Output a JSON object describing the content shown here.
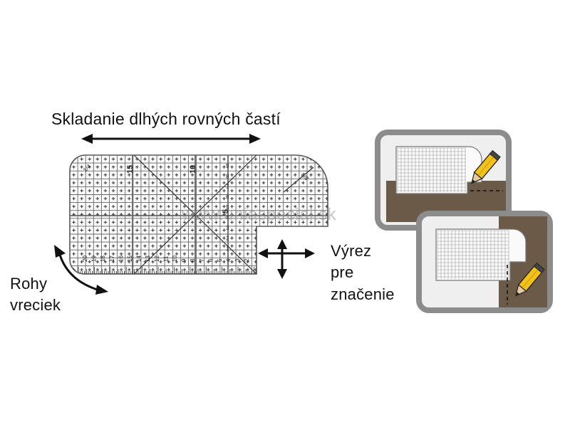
{
  "labels": {
    "top": "Skladanie dlhých rovných častí",
    "corners_line1": "Rohy",
    "corners_line2": "vreciek",
    "notch_line1": "Výrez",
    "notch_line2": "pre",
    "notch_line3": "značenie"
  },
  "watermark": "www.uniaspecial.sk",
  "ruler": {
    "top_numbers": [
      "15",
      "10",
      "5"
    ],
    "bottom_numbers": [
      "20",
      "19",
      "18",
      "17",
      "16",
      "15",
      "14",
      "13",
      "12",
      "11",
      "10",
      "9",
      "8",
      "7",
      "6",
      "5",
      "4",
      "3",
      "2"
    ],
    "vertical_numbers": [
      "9",
      "8",
      "7",
      "6",
      "5",
      "4",
      "3",
      "2",
      "1"
    ],
    "corner_numbers": [
      "1/4",
      "3/8"
    ]
  },
  "colors": {
    "grid": "#555555",
    "panel_border": "#8c8c8c",
    "panel_background": "#f2f2f2",
    "fabric": "#6b5a47",
    "pencil": "#f2c21b"
  }
}
